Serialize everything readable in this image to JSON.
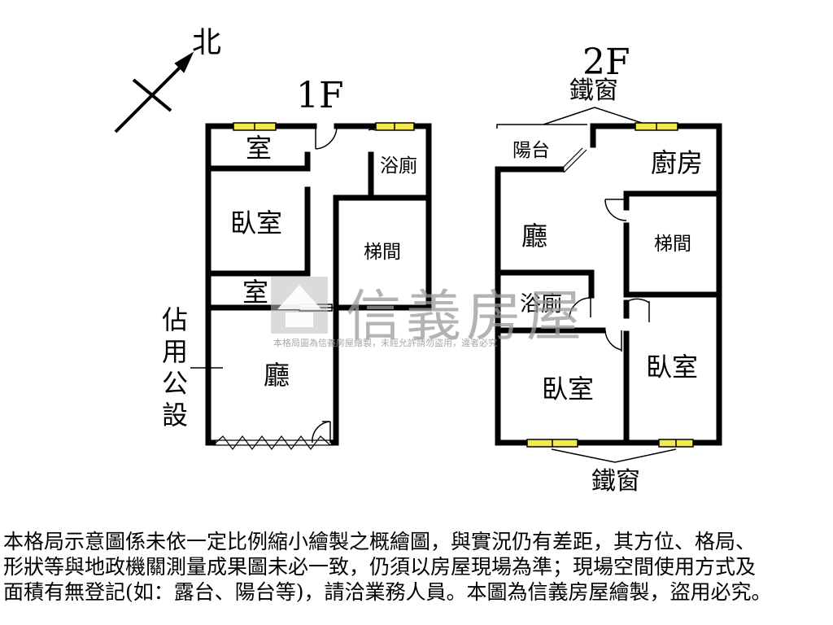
{
  "north": {
    "label": "北"
  },
  "floor1": {
    "title": "1F",
    "rooms": {
      "room_top": "室",
      "bath": "浴廁",
      "bedroom": "臥室",
      "stairs": "梯間",
      "room_mid": "室",
      "living": "廳"
    },
    "public_label": [
      "佔",
      "用",
      "公",
      "設"
    ]
  },
  "floor2": {
    "title": "2F",
    "iron_window_top": "鐵窗",
    "iron_window_bottom": "鐵窗",
    "rooms": {
      "balcony": "陽台",
      "kitchen": "廚房",
      "living": "廳",
      "stairs": "梯間",
      "bath": "浴廁",
      "bedroom_left": "臥室",
      "bedroom_right": "臥室"
    }
  },
  "watermark": {
    "brand": "信義房屋",
    "notice": "本格局圖為信義房屋繪製，未經允許請勿盜用，違者必究"
  },
  "disclaimer": [
    "本格局示意圖係未依一定比例縮小繪製之概繪圖，與實況仍有差距，其方位、格局、",
    "形狀等與地政機關測量成果圖未必一致，仍須以房屋現場為準；現場空間使用方式及",
    "面積有無登記(如：露台、陽台等)，請洽業務人員。本圖為信義房屋繪製，盜用必究。"
  ],
  "colors": {
    "wall": "#000000",
    "window_fill": "#f2e94a"
  }
}
